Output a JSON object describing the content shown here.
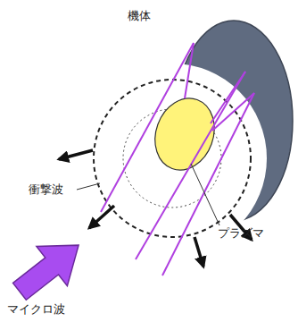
{
  "diagram": {
    "labels": [
      "機体",
      "衝撃波",
      "プラズマ",
      "マイクロ波"
    ]
  }
}
